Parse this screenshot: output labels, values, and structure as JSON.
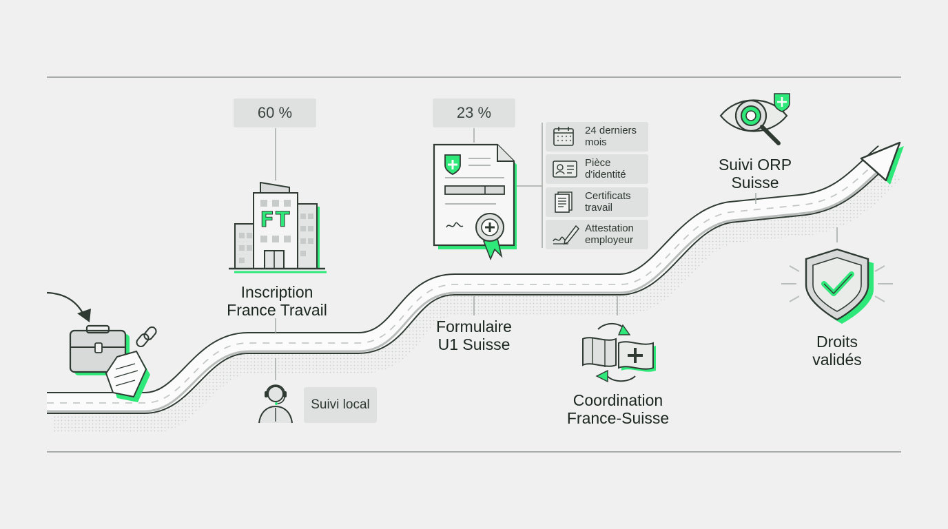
{
  "stages": {
    "inscription": {
      "line1": "Inscription",
      "line2": "France Travail",
      "percent": "60 %",
      "building_letters": "FT"
    },
    "suivi_local": {
      "label": "Suivi local"
    },
    "formulaire": {
      "line1": "Formulaire",
      "line2": "U1 Suisse",
      "percent": "23 %"
    },
    "coordination": {
      "line1": "Coordination",
      "line2": "France-Suisse"
    },
    "suivi_orp": {
      "line1": "Suivi ORP",
      "line2": "Suisse"
    },
    "droits": {
      "line1": "Droits",
      "line2": "validés"
    }
  },
  "documents": [
    {
      "line1": "24 derniers",
      "line2": "mois",
      "icon": "calendar-icon"
    },
    {
      "line1": "Pièce",
      "line2": "d'identité",
      "icon": "id-card-icon"
    },
    {
      "line1": "Certificats",
      "line2": "travail",
      "icon": "document-icon"
    },
    {
      "line1": "Attestation",
      "line2": "employeur",
      "icon": "signature-icon"
    }
  ],
  "colors": {
    "accent": "#2ee87a",
    "stroke": "#2f3a33",
    "chip": "#dfe1e0",
    "background": "#eff0ef"
  }
}
